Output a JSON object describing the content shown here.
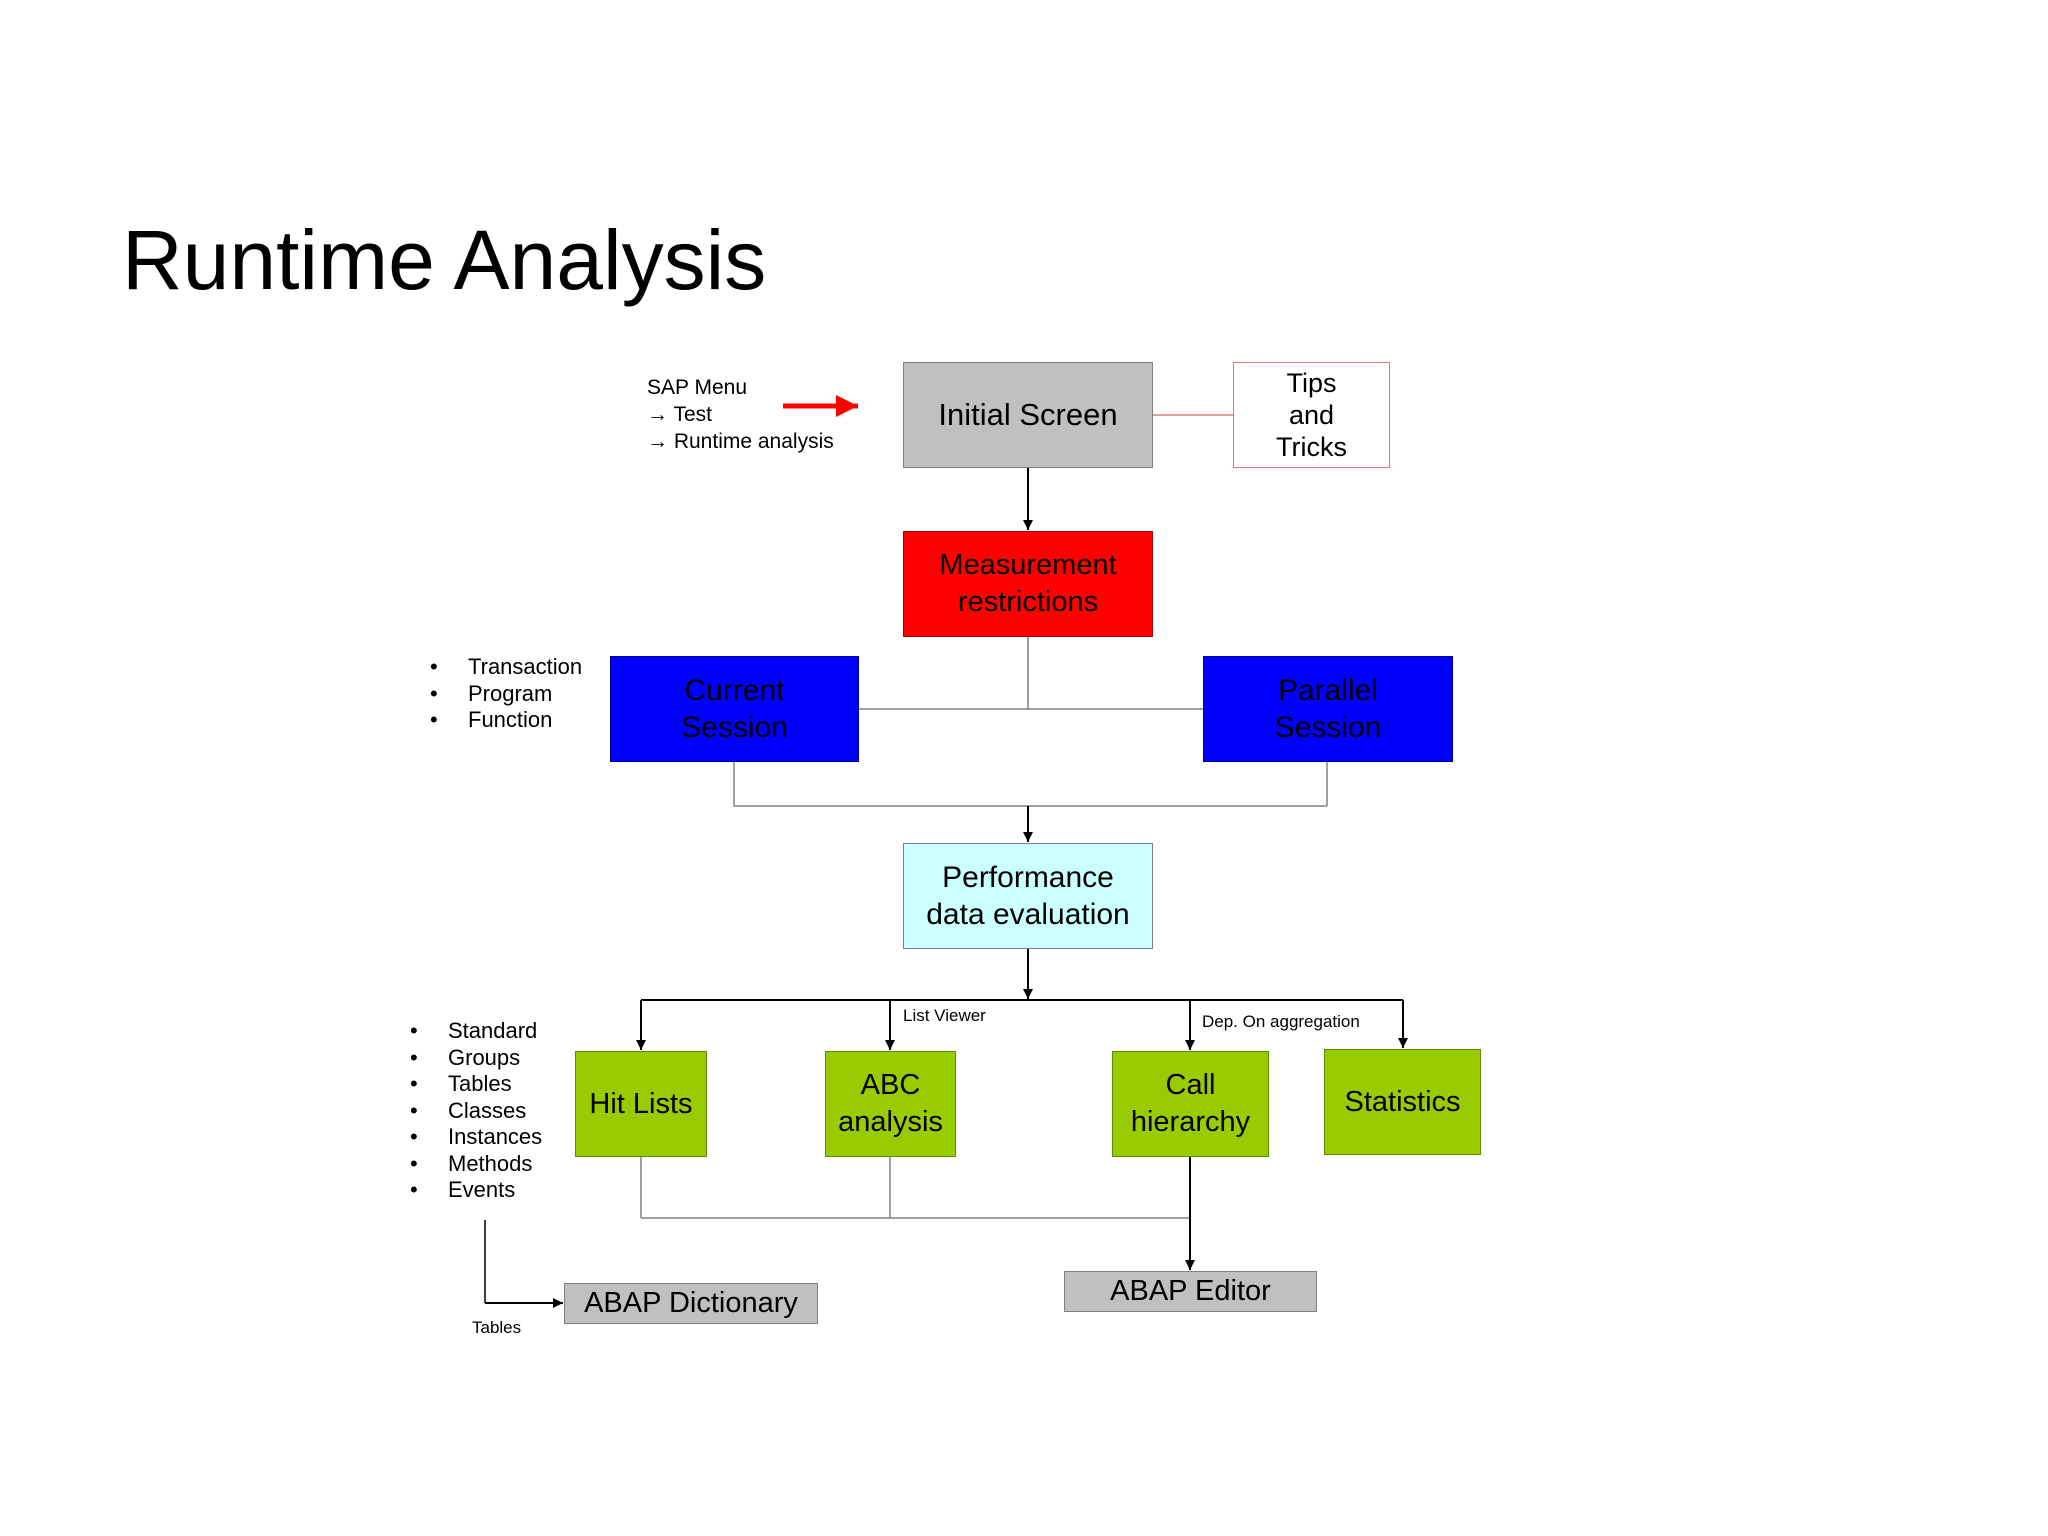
{
  "title": "Runtime Analysis",
  "menu_path": {
    "line1": "SAP Menu",
    "line2": "→ Test",
    "line3": "→ Runtime analysis"
  },
  "boxes": {
    "initial_screen": "Initial Screen",
    "tips": "Tips\nand\nTricks",
    "measurement": "Measurement\nrestrictions",
    "current_session": "Current\nSession",
    "parallel_session": "Parallel\nSession",
    "performance": "Performance\ndata evaluation",
    "hit_lists": "Hit Lists",
    "abc_analysis": "ABC\nanalysis",
    "call_hierarchy": "Call\nhierarchy",
    "statistics": "Statistics",
    "abap_dictionary": "ABAP Dictionary",
    "abap_editor": "ABAP Editor"
  },
  "session_bullets": [
    "Transaction",
    "Program",
    "Function"
  ],
  "hitlist_bullets": [
    "Standard",
    "Groups",
    "Tables",
    "Classes",
    "Instances",
    "Methods",
    "Events"
  ],
  "labels": {
    "list_viewer": "List Viewer",
    "dep_aggregation": "Dep. On aggregation",
    "tables": "Tables"
  },
  "colors": {
    "red": "#ff0000",
    "blue": "#0000ff",
    "green": "#99cc00",
    "cyan": "#ccffff",
    "gray": "#c0c0c0",
    "arrow_red": "#ff0000"
  }
}
